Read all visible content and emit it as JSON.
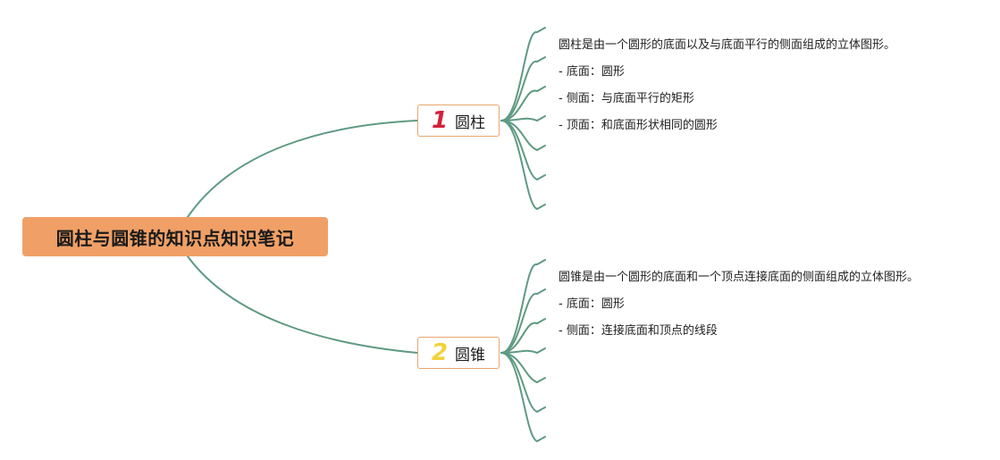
{
  "root": {
    "label": "圆柱与圆锥的知识点知识笔记",
    "color": "#f0a066"
  },
  "branches": [
    {
      "number": "1",
      "number_color": "#d3213a",
      "label": "圆柱",
      "notes": [
        "圆柱是由一个圆形的底面以及与底面平行的侧面组成的立体图形。",
        "- 底面：圆形",
        "- 侧面：与底面平行的矩形",
        "- 顶面：和底面形状相同的圆形",
        "",
        "",
        ""
      ]
    },
    {
      "number": "2",
      "number_color": "#f2d13c",
      "label": "圆锥",
      "notes": [
        "圆锥是由一个圆形的底面和一个顶点连接底面的侧面组成的立体图形。",
        "- 底面：圆形",
        "- 侧面：连接底面和顶点的线段",
        "",
        "",
        "",
        ""
      ]
    }
  ],
  "colors": {
    "connector": "#5f9a82",
    "branch_border": "#e8a66e"
  }
}
